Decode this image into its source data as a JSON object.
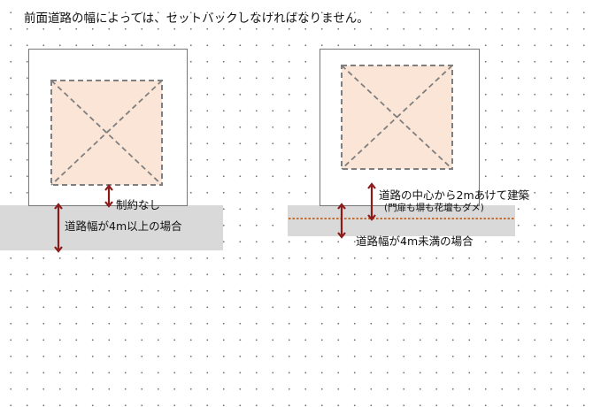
{
  "heading": "前面道路の幅によっては、セットバックしなければなりません。",
  "left": {
    "restriction_label": "制約なし",
    "road_label": "道路幅が4m以上の場合"
  },
  "right": {
    "setback_label": "道路の中心から2mあけて建築",
    "setback_note": "(門扉も塀も花壇もダメ)",
    "road_label": "道路幅が4m未満の場合"
  },
  "colors": {
    "house_fill": "#fbe5d6",
    "arrow": "#8b1a1a",
    "road": "#d9d9d9",
    "centerline": "#c0601c"
  }
}
